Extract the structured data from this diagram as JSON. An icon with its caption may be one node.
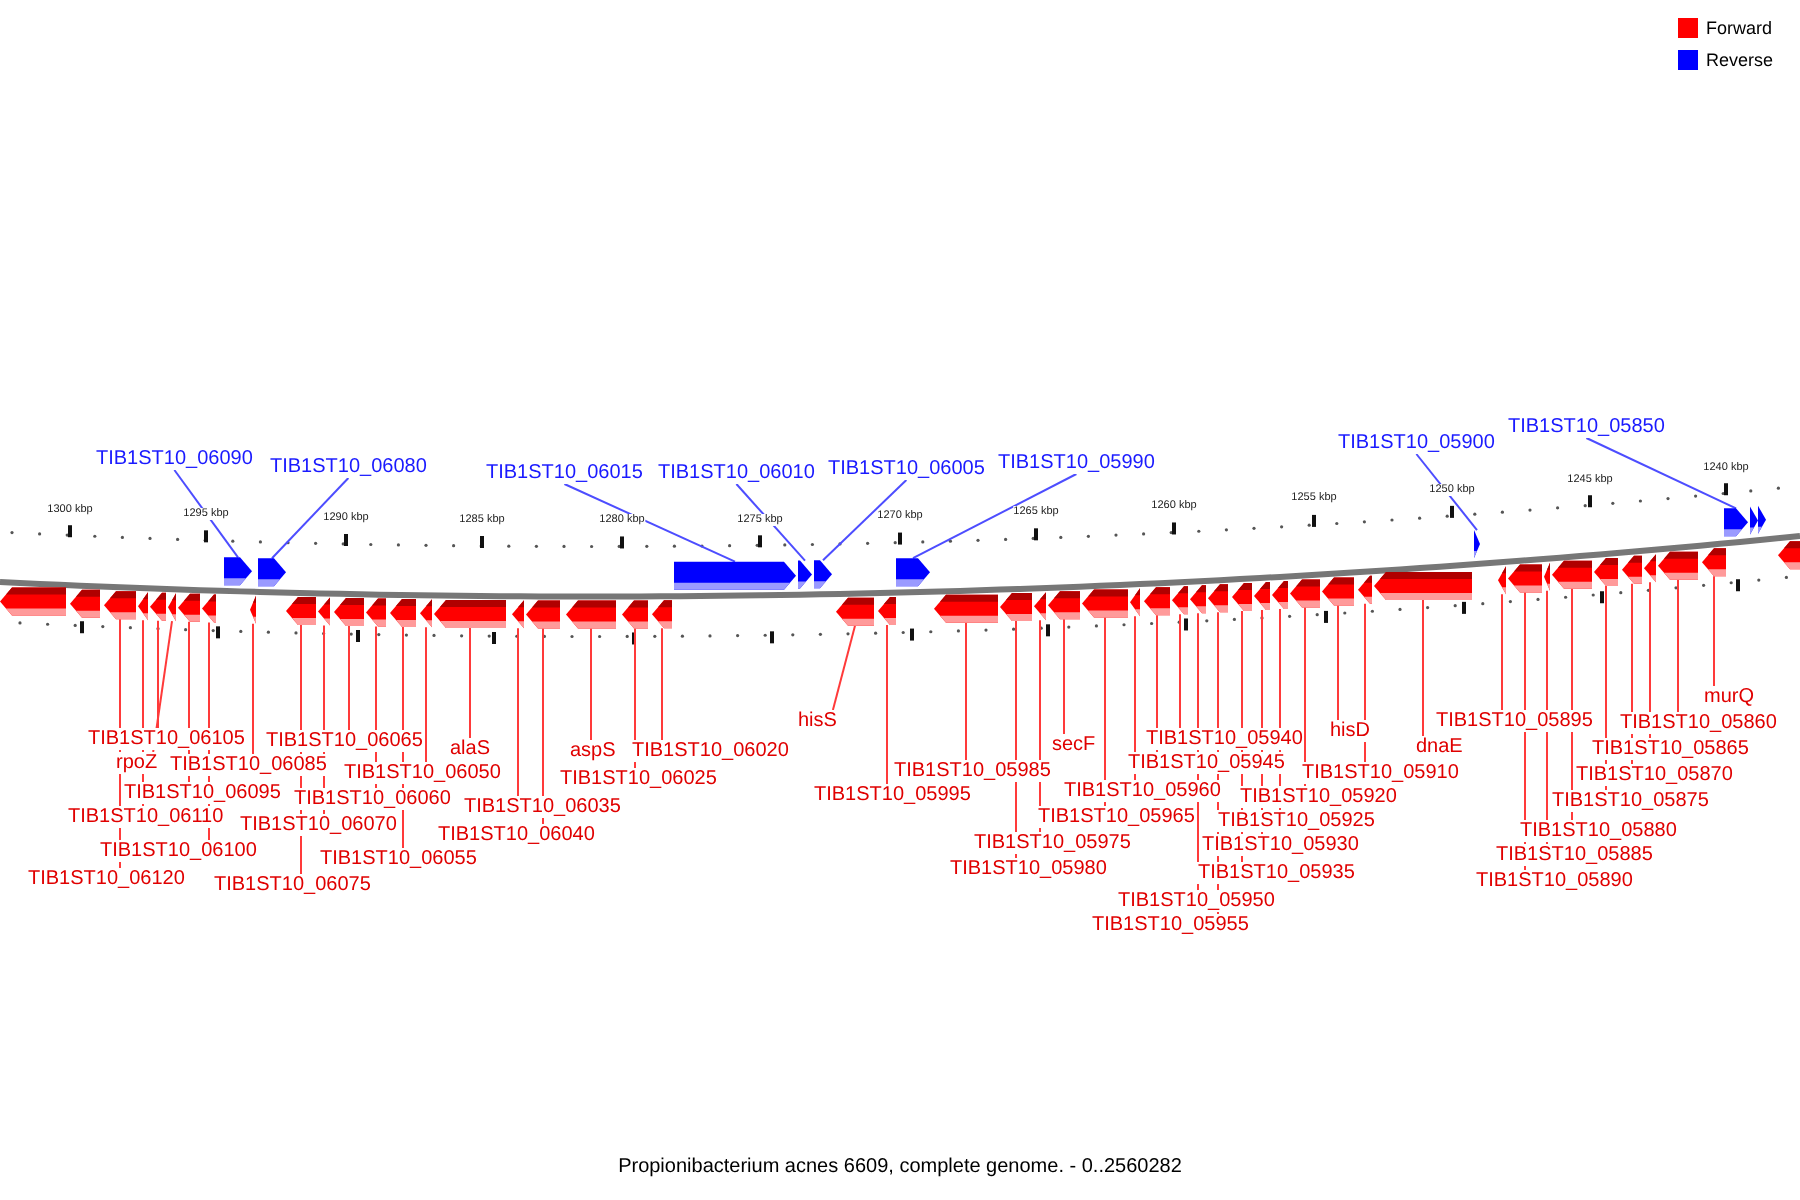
{
  "diagram": {
    "caption": "Propionibacterium acnes 6609, complete genome. - 0..2560282",
    "nodes": [
      {
        "text": [
          "TIB1ST10_06090"
        ]
      },
      {
        "text": [
          "TIB1ST10_06080"
        ]
      },
      {
        "text": [
          "TIB1ST10_06015"
        ]
      },
      {
        "text": [
          "TIB1ST10_06010"
        ]
      },
      {
        "text": [
          "TIB1ST10_06005"
        ]
      },
      {
        "text": [
          "TIB1ST10_05990"
        ]
      },
      {
        "text": [
          "TIB1ST10_05900"
        ]
      },
      {
        "text": [
          "TIB1ST10_05850"
        ]
      },
      {
        "text": [
          "TIB1ST10_06105"
        ]
      },
      {
        "text": [
          "rpoZ"
        ]
      },
      {
        "text": [
          "TIB1ST10_06085"
        ]
      },
      {
        "text": [
          "TIB1ST10_06095"
        ]
      },
      {
        "text": [
          "TIB1ST10_06110"
        ]
      },
      {
        "text": [
          "TIB1ST10_06100"
        ]
      },
      {
        "text": [
          "TIB1ST10_06120"
        ]
      },
      {
        "text": [
          "TIB1ST10_06065"
        ]
      },
      {
        "text": [
          "TIB1ST10_06050"
        ]
      },
      {
        "text": [
          "TIB1ST10_06060"
        ]
      },
      {
        "text": [
          "TIB1ST10_06070"
        ]
      },
      {
        "text": [
          "TIB1ST10_06055"
        ]
      },
      {
        "text": [
          "TIB1ST10_06075"
        ]
      },
      {
        "text": [
          "alaS"
        ]
      },
      {
        "text": [
          "TIB1ST10_06040"
        ]
      },
      {
        "text": [
          "TIB1ST10_06035"
        ]
      },
      {
        "text": [
          "aspS"
        ]
      },
      {
        "text": [
          "TIB1ST10_06025"
        ]
      },
      {
        "text": [
          "TIB1ST10_06020"
        ]
      },
      {
        "text": [
          "hisS"
        ]
      },
      {
        "text": [
          "TIB1ST10_05995"
        ]
      },
      {
        "text": [
          "TIB1ST10_05985"
        ]
      },
      {
        "text": [
          "secF"
        ]
      },
      {
        "text": [
          "TIB1ST10_05975"
        ]
      },
      {
        "text": [
          "TIB1ST10_05980"
        ]
      },
      {
        "text": [
          "TIB1ST10_05965"
        ]
      },
      {
        "text": [
          "TIB1ST10_05960"
        ]
      },
      {
        "text": [
          "TIB1ST10_05945"
        ]
      },
      {
        "text": [
          "TIB1ST10_05940"
        ]
      },
      {
        "text": [
          "TIB1ST10_05950"
        ]
      },
      {
        "text": [
          "TIB1ST10_05955"
        ]
      },
      {
        "text": [
          "TIB1ST10_05935"
        ]
      },
      {
        "text": [
          "TIB1ST10_05930"
        ]
      },
      {
        "text": [
          "TIB1ST10_05925"
        ]
      },
      {
        "text": [
          "TIB1ST10_05920"
        ]
      },
      {
        "text": [
          "hisD"
        ]
      },
      {
        "text": [
          "TIB1ST10_05910"
        ]
      },
      {
        "text": [
          "dnaE"
        ]
      },
      {
        "text": [
          "TIB1ST10_05895"
        ]
      },
      {
        "text": [
          "TIB1ST10_05860"
        ]
      },
      {
        "text": [
          "murQ"
        ]
      },
      {
        "text": [
          "TIB1ST10_05865"
        ]
      },
      {
        "text": [
          "TIB1ST10_05870"
        ]
      },
      {
        "text": [
          "TIB1ST10_05875"
        ]
      },
      {
        "text": [
          "TIB1ST10_05880"
        ]
      },
      {
        "text": [
          "TIB1ST10_05885"
        ]
      },
      {
        "text": [
          "TIB1ST10_05890"
        ]
      },
      {
        "text": [],
        "shape": "arrow"
      },
      {
        "text": [],
        "shape": "arrow"
      },
      {
        "text": [],
        "shape": "arrow"
      },
      {
        "text": [],
        "shape": "arrow"
      },
      {
        "text": [],
        "shape": "arrow"
      },
      {
        "text": [],
        "shape": "arrow"
      },
      {
        "text": [],
        "shape": "arrow"
      },
      {
        "text": [],
        "shape": "arrow"
      },
      {
        "text": [],
        "shape": "arrow"
      },
      {
        "text": [],
        "shape": "arrow"
      },
      {
        "text": [],
        "shape": "arrow"
      },
      {
        "text": [],
        "shape": "arrow"
      },
      {
        "text": [],
        "shape": "arrow"
      },
      {
        "text": [],
        "shape": "arrow"
      },
      {
        "text": [],
        "shape": "arrow"
      },
      {
        "text": [],
        "shape": "arrow"
      },
      {
        "text": [],
        "shape": "arrow"
      },
      {
        "text": [],
        "shape": "arrow"
      },
      {
        "text": [],
        "shape": "arrow"
      },
      {
        "text": [],
        "shape": "arrow"
      },
      {
        "text": [],
        "shape": "arrow"
      },
      {
        "text": [],
        "shape": "arrow"
      },
      {
        "text": [],
        "shape": "arrow"
      },
      {
        "text": [],
        "shape": "arrow"
      },
      {
        "text": [],
        "shape": "arrow"
      },
      {
        "text": [],
        "shape": "arrow"
      },
      {
        "text": [],
        "shape": "arrow"
      },
      {
        "text": [],
        "shape": "arrow"
      },
      {
        "text": [],
        "shape": "arrow"
      },
      {
        "text": [],
        "shape": "arrow"
      },
      {
        "text": [],
        "shape": "arrow"
      },
      {
        "text": [],
        "shape": "arrow"
      },
      {
        "text": [],
        "shape": "arrow"
      },
      {
        "text": [],
        "shape": "arrow"
      },
      {
        "text": [],
        "shape": "arrow"
      },
      {
        "text": [],
        "shape": "arrow"
      },
      {
        "text": [],
        "shape": "arrow"
      },
      {
        "text": [],
        "shape": "arrow"
      },
      {
        "text": [],
        "shape": "arrow"
      },
      {
        "text": [],
        "shape": "arrow"
      },
      {
        "text": [],
        "shape": "arrow"
      },
      {
        "text": [],
        "shape": "arrow"
      },
      {
        "text": [],
        "shape": "arrow"
      },
      {
        "text": [],
        "shape": "arrow"
      },
      {
        "text": [],
        "shape": "arrow"
      },
      {
        "text": [],
        "shape": "arrow"
      },
      {
        "text": [],
        "shape": "arrow"
      },
      {
        "text": [],
        "shape": "arrow"
      },
      {
        "text": [],
        "shape": "arrow"
      },
      {
        "text": [],
        "shape": "arrow"
      },
      {
        "text": [],
        "shape": "arrow"
      },
      {
        "text": [],
        "shape": "arrow"
      },
      {
        "text": [],
        "shape": "arrow"
      },
      {
        "text": [],
        "shape": "arrow"
      },
      {
        "text": [],
        "shape": "arrow"
      },
      {
        "text": [],
        "shape": "arrow"
      },
      {
        "text": [],
        "shape": "arrow"
      },
      {
        "text": [],
        "shape": "arrow"
      },
      {
        "text": [],
        "shape": "arrow"
      },
      {
        "text": [],
        "shape": "arrow"
      }
    ],
    "edges": [
      {
        "from": 0,
        "to": 63,
        "arrow": "none",
        "color": "#4d4dff"
      },
      {
        "from": 1,
        "to": 65,
        "arrow": "none",
        "color": "#4d4dff"
      },
      {
        "from": 2,
        "to": 78,
        "arrow": "none",
        "color": "#4d4dff"
      },
      {
        "from": 3,
        "to": 79,
        "arrow": "none",
        "color": "#4d4dff"
      },
      {
        "from": 4,
        "to": 80,
        "arrow": "none",
        "color": "#4d4dff"
      },
      {
        "from": 5,
        "to": 83,
        "arrow": "none",
        "color": "#4d4dff"
      },
      {
        "from": 6,
        "to": 101,
        "arrow": "none",
        "color": "#4d4dff"
      },
      {
        "from": 7,
        "to": 111,
        "arrow": "none",
        "color": "#4d4dff"
      },
      {
        "from": 8,
        "to": 59,
        "arrow": "none"
      },
      {
        "from": 9,
        "to": 60,
        "arrow": "none"
      },
      {
        "from": 10,
        "to": 64,
        "arrow": "none"
      },
      {
        "from": 11,
        "to": 61,
        "arrow": "none"
      },
      {
        "from": 12,
        "to": 58,
        "arrow": "none"
      },
      {
        "from": 13,
        "to": 62,
        "arrow": "none"
      },
      {
        "from": 14,
        "to": 57,
        "arrow": "none"
      },
      {
        "from": 15,
        "to": 68,
        "arrow": "none"
      },
      {
        "from": 16,
        "to": 71,
        "arrow": "none"
      },
      {
        "from": 17,
        "to": 69,
        "arrow": "none"
      },
      {
        "from": 18,
        "to": 67,
        "arrow": "none"
      },
      {
        "from": 19,
        "to": 70,
        "arrow": "none"
      },
      {
        "from": 20,
        "to": 66,
        "arrow": "none"
      },
      {
        "from": 21,
        "to": 72,
        "arrow": "none"
      },
      {
        "from": 22,
        "to": 74,
        "arrow": "none"
      },
      {
        "from": 23,
        "to": 73,
        "arrow": "none"
      },
      {
        "from": 24,
        "to": 75,
        "arrow": "none"
      },
      {
        "from": 25,
        "to": 76,
        "arrow": "none"
      },
      {
        "from": 26,
        "to": 77,
        "arrow": "none"
      },
      {
        "from": 27,
        "to": 81,
        "arrow": "none"
      },
      {
        "from": 28,
        "to": 82,
        "arrow": "none"
      },
      {
        "from": 29,
        "to": 84,
        "arrow": "none"
      },
      {
        "from": 30,
        "to": 87,
        "arrow": "none"
      },
      {
        "from": 31,
        "to": 86,
        "arrow": "none"
      },
      {
        "from": 32,
        "to": 85,
        "arrow": "none"
      },
      {
        "from": 33,
        "to": 88,
        "arrow": "none"
      },
      {
        "from": 34,
        "to": 89,
        "arrow": "none"
      },
      {
        "from": 35,
        "to": 90,
        "arrow": "none"
      },
      {
        "from": 36,
        "to": 91,
        "arrow": "none"
      },
      {
        "from": 37,
        "to": 92,
        "arrow": "none"
      },
      {
        "from": 38,
        "to": 93,
        "arrow": "none"
      },
      {
        "from": 39,
        "to": 94,
        "arrow": "none"
      },
      {
        "from": 40,
        "to": 95,
        "arrow": "none"
      },
      {
        "from": 41,
        "to": 96,
        "arrow": "none"
      },
      {
        "from": 42,
        "to": 97,
        "arrow": "none"
      },
      {
        "from": 43,
        "to": 98,
        "arrow": "none"
      },
      {
        "from": 44,
        "to": 99,
        "arrow": "none"
      },
      {
        "from": 45,
        "to": 100,
        "arrow": "none"
      },
      {
        "from": 46,
        "to": 102,
        "arrow": "none"
      },
      {
        "from": 47,
        "to": 109,
        "arrow": "none"
      },
      {
        "from": 48,
        "to": 110,
        "arrow": "none"
      },
      {
        "from": 49,
        "to": 108,
        "arrow": "none"
      },
      {
        "from": 50,
        "to": 107,
        "arrow": "none"
      },
      {
        "from": 51,
        "to": 106,
        "arrow": "none"
      },
      {
        "from": 52,
        "to": 105,
        "arrow": "none"
      },
      {
        "from": 53,
        "to": 104,
        "arrow": "none"
      },
      {
        "from": 54,
        "to": 103,
        "arrow": "none"
      }
    ],
    "labels": [
      "1300 kbp",
      "1295 kbp",
      "1290 kbp",
      "1285 kbp",
      "1280 kbp",
      "1275 kbp",
      "1270 kbp",
      "1265 kbp",
      "1260 kbp",
      "1255 kbp",
      "1250 kbp",
      "1245 kbp",
      "1240 kbp"
    ],
    "legend": [
      {
        "text": "Forward",
        "color": "#ff0000"
      },
      {
        "text": "Reverse",
        "color": "#0000ff"
      }
    ]
  }
}
